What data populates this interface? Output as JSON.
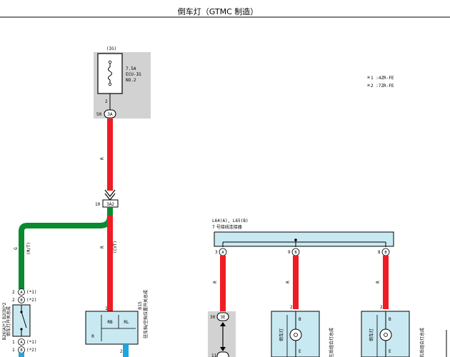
{
  "title": "倒车灯（GTMC 制造）",
  "notes": [
    "＊1 :4ZR-FE",
    "＊2 :7ZR-FE"
  ],
  "colors": {
    "wire_red": "#ee1c24",
    "wire_green": "#0a8a2e",
    "wire_blue": "#19a8df",
    "component_fill": "#c9e9f2",
    "shade_gray": "#d2d2d2"
  },
  "fuse": {
    "group": "(IG)",
    "rating": "7.5A",
    "name_line1": "ECU-IG",
    "name_line2": "NO.2",
    "pin": "2",
    "conn_num": "50",
    "conn_id": "3A"
  },
  "junction_3A2": {
    "num": "10",
    "id": "3A2"
  },
  "wires": {
    "main_color_code": "R",
    "main_note": "(CVT)",
    "green_code": "G",
    "green_note": "(M/T)",
    "jc_a_code": "R",
    "jc_b_code": "R",
    "jc_c_code": "R"
  },
  "backup_switch": {
    "pin_top1": "2",
    "letter_top1": "A",
    "tag_top1": "(*1)",
    "pin_top2": "2",
    "letter_top2": "B",
    "tag_top2": "(*2)",
    "pin_bot1": "1",
    "letter_bot1": "A",
    "tag_bot1": "(*1)",
    "pin_bot2": "1",
    "letter_bot2": "B",
    "tag_bot2": "(*2)",
    "label_codes": "B26(A)*1  B2(B)*2",
    "label_name": "倒车灯开关总成"
  },
  "park_switch": {
    "pin_top": "1",
    "pin_bottom": "2",
    "term_rb": "RB",
    "term_rl": "RL",
    "term_r": "R",
    "label_code": "B15",
    "label_name": "驻车挡/空挡位置开关总成"
  },
  "junction_connector": {
    "label_line1": "L64(A), L65(B)",
    "label_line2": "7 号接线连接器",
    "pin_a": "3",
    "letter_a": "A",
    "pin_b": "9",
    "letter_b": "B",
    "pin_c": "8",
    "letter_c": "B"
  },
  "inline_conn": {
    "num": "30",
    "id": "3E",
    "bottom_num": "11"
  },
  "lamp_left": {
    "pin": "2",
    "term": "B",
    "name": "倒车灯",
    "bottom_mark": "E",
    "label": "左后组合灯总成"
  },
  "lamp_right": {
    "pin": "2",
    "term": "B",
    "name": "倒车灯",
    "bottom_mark": "E",
    "label": "右后组合灯总成"
  }
}
